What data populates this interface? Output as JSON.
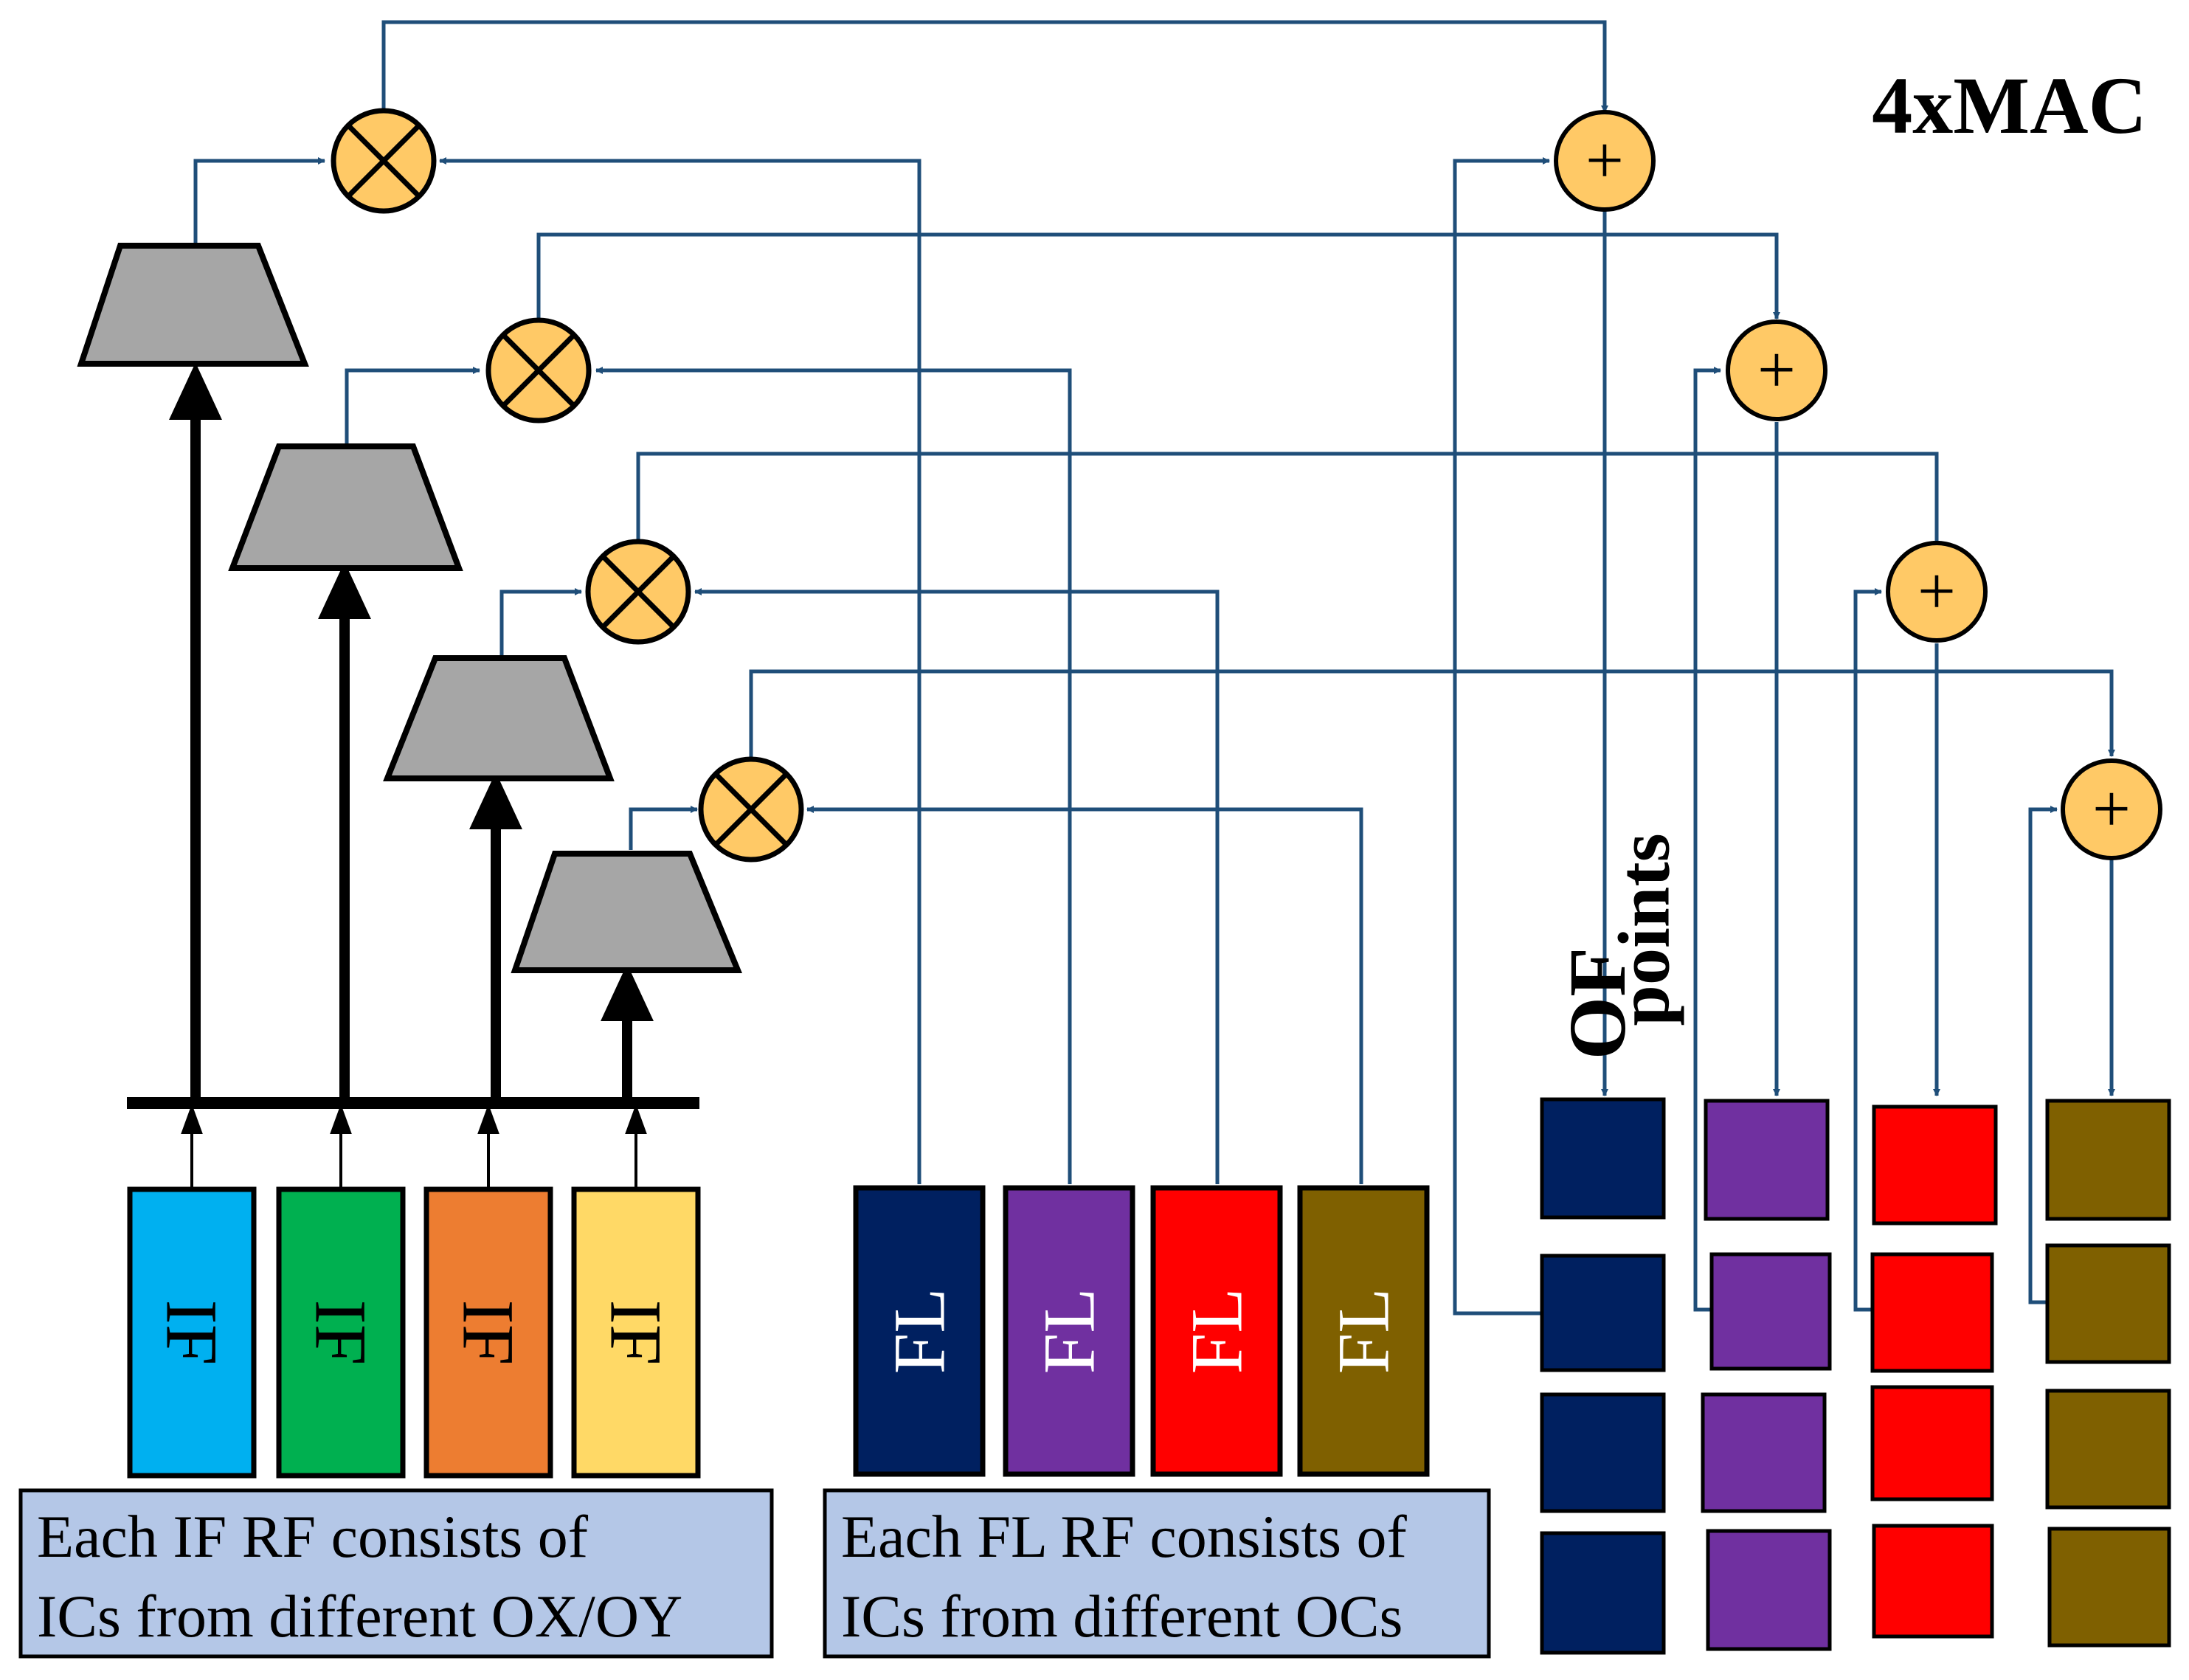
{
  "title": "4xMAC",
  "of_label_line1": "OF",
  "of_label_line2": "points",
  "if_label": "IF",
  "fl_label": "FL",
  "if_caption_line1": "Each IF RF consists of",
  "if_caption_line2": "ICs from different OX/OY",
  "fl_caption_line1": "Each FL RF consists of",
  "fl_caption_line2": "ICs from different OCs",
  "multiplier_symbol": "⊗",
  "adder_symbol": "+",
  "colors": {
    "wire": "#1f4e79",
    "bus": "#000000",
    "mux_fill": "#a6a6a6",
    "op_fill": "#ffc966",
    "caption_fill": "#b4c7e7",
    "if_blocks": [
      "#00b0f0",
      "#00b050",
      "#ed7d31",
      "#ffd966"
    ],
    "fl_blocks": [
      "#002060",
      "#7030a0",
      "#ff0000",
      "#7f6000"
    ],
    "of_columns": [
      "#002060",
      "#7030a0",
      "#ff0000",
      "#7f6000"
    ]
  },
  "lanes": 4,
  "of_points_per_column": 4
}
